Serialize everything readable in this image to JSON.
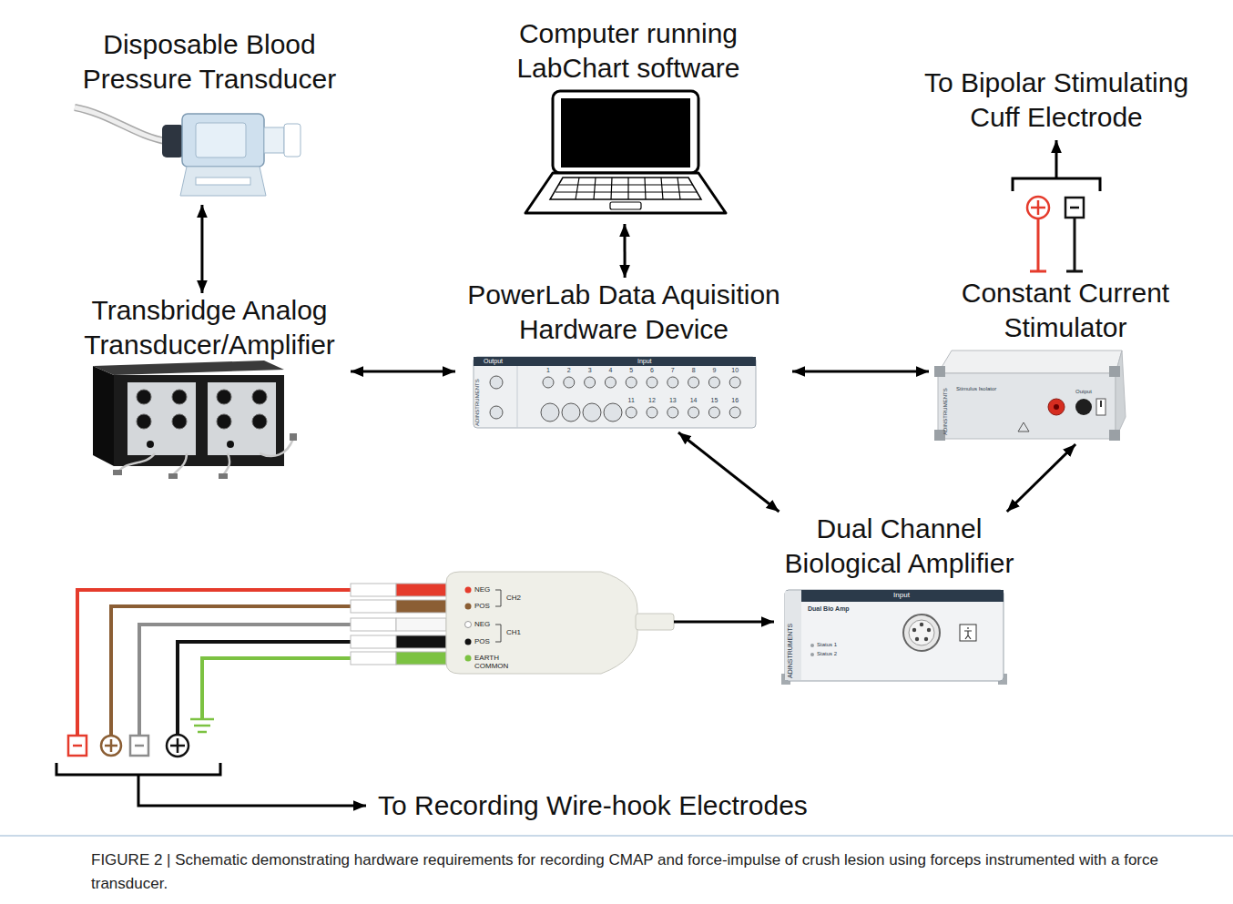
{
  "diagram": {
    "caption": "FIGURE 2 | Schematic demonstrating hardware requirements for recording CMAP and force-impulse of crush lesion using forceps instrumented with a force transducer.",
    "nodes": [
      {
        "text": [
          "Disposable Blood Pressure Transducer"
        ]
      },
      {
        "text": [
          "Computer running LabChart software"
        ]
      },
      {
        "text": [
          "Transbridge Analog Transducer/Amplifier"
        ]
      },
      {
        "text": [
          "PowerLab Data Aquisition Hardware Device",
          "Output",
          "Input",
          "1",
          "2",
          "3",
          "4",
          "5",
          "6",
          "7",
          "8",
          "9",
          "10",
          "11",
          "12",
          "13",
          "14",
          "15",
          "16",
          "ADINSTRUMENTS"
        ]
      },
      {
        "text": [
          "Constant Current Stimulator",
          "Stimulus Isolator",
          "Output",
          "ADINSTRUMENTS"
        ]
      },
      {
        "text": [
          "Dual Channel Biological Amplifier",
          "Input",
          "Dual Bio Amp",
          "Status 1",
          "Status 2",
          "ADINSTRUMENTS"
        ]
      },
      {
        "text": [
          "NEG",
          "POS",
          "CH2",
          "NEG",
          "POS",
          "CH1",
          "EARTH COMMON"
        ]
      }
    ],
    "edges": [
      {
        "from": 0,
        "to": 2,
        "arrow": "both"
      },
      {
        "from": 1,
        "to": 3,
        "arrow": "both"
      },
      {
        "from": 2,
        "to": 3,
        "arrow": "both"
      },
      {
        "from": 3,
        "to": 4,
        "arrow": "both"
      },
      {
        "from": 3,
        "to": 5,
        "arrow": "both"
      },
      {
        "from": 4,
        "to": 5,
        "arrow": "both"
      },
      {
        "from": 6,
        "to": 5,
        "arrow": "to"
      }
    ],
    "labels": [
      "To Bipolar Stimulating Cuff Electrode",
      "To Recording Wire-hook Electrodes"
    ]
  }
}
